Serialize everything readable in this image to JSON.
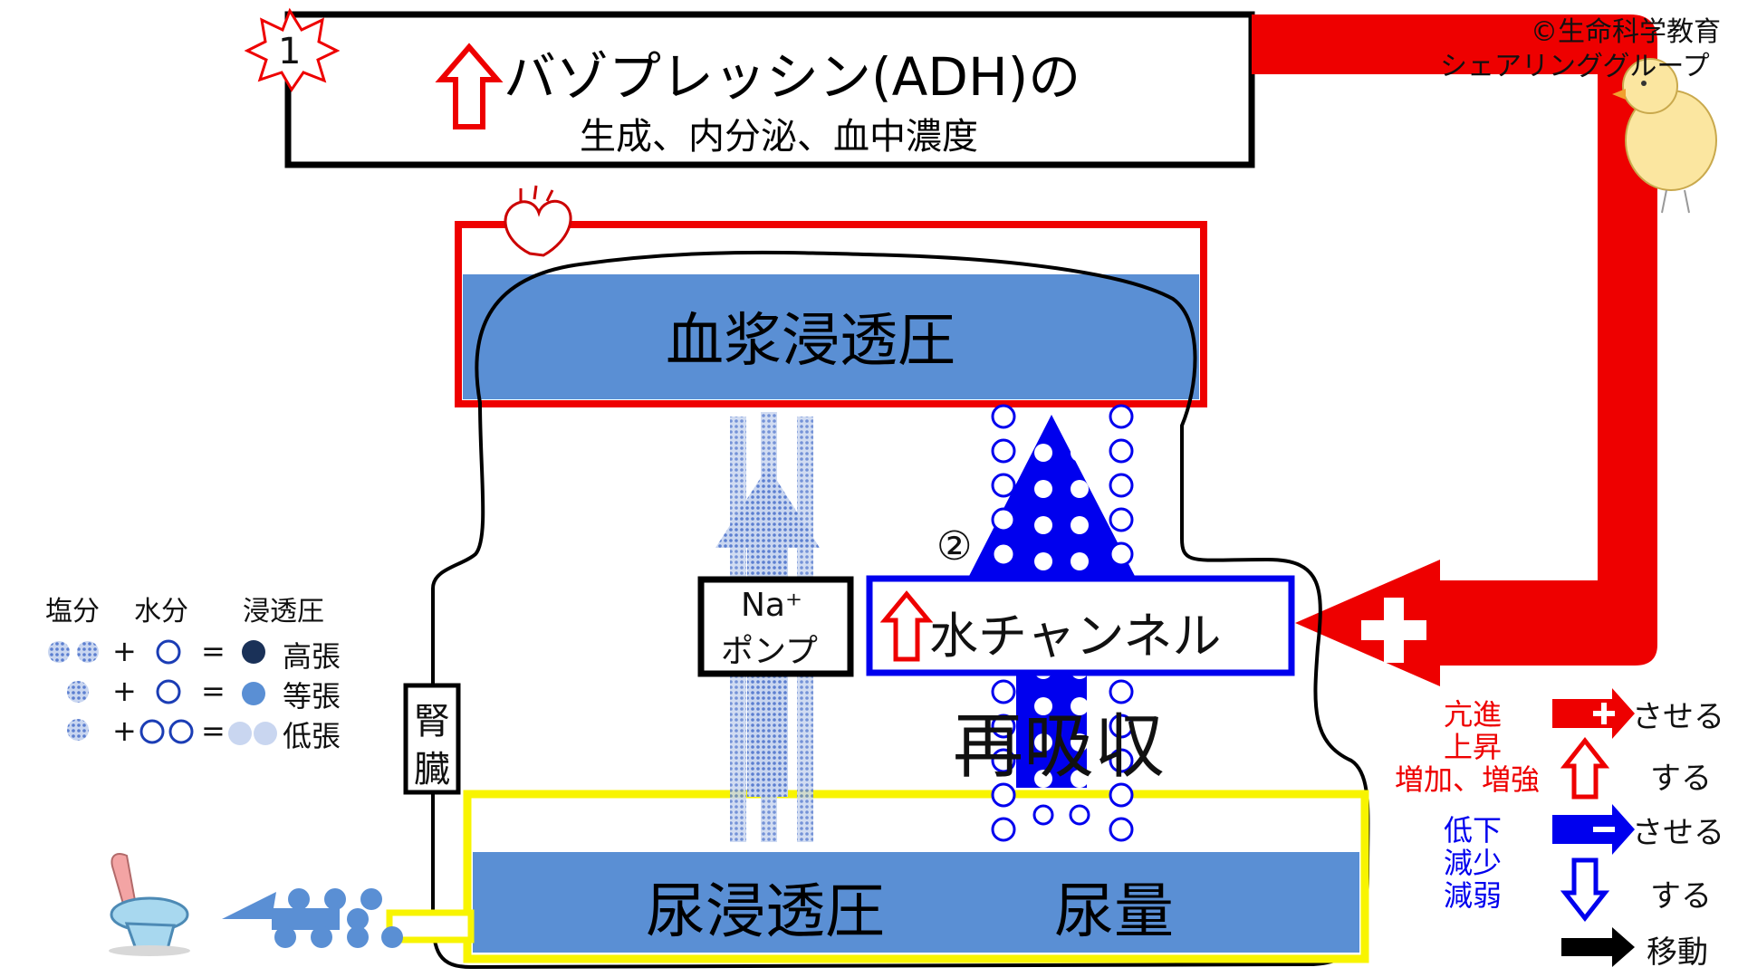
{
  "title": {
    "step": "1",
    "line1": "バゾプレッシン(ADH)の",
    "line2": "生成、内分泌、血中濃度"
  },
  "copyright": {
    "line1": "©生命科学教育",
    "line2": "シェアリンググループ"
  },
  "blood_box_label": "血浆浸透圧",
  "urine_box": {
    "osmotic": "尿浸透圧",
    "volume": "尿量"
  },
  "reabsorption_label": "再吸収",
  "step2_marker": "②",
  "na_pump": {
    "line1": "Na⁺",
    "line2": "ポンプ"
  },
  "water_channel_label": "水チャンネル",
  "kidney_label": {
    "line1": "腎",
    "line2": "臓"
  },
  "osmotic_legend": {
    "header_salt": "塩分",
    "header_water": "水分",
    "header_osmotic": "浸透圧",
    "plus": "+",
    "equals": "=",
    "rows": [
      {
        "label": "高張"
      },
      {
        "label": "等張"
      },
      {
        "label": "低張"
      }
    ]
  },
  "arrow_legend": {
    "red_words": [
      "亢進",
      "上昇",
      "増加、増強"
    ],
    "blue_words": [
      "低下",
      "減少",
      "減弱"
    ],
    "promote": "させる",
    "do": "する",
    "move": "移動"
  },
  "colors": {
    "red": "#ee0000",
    "blue": "#0000ee",
    "plasma_blue": "#5a8fd4",
    "yellow": "#f8f400",
    "dotted_blue": "#6f8fd6",
    "dark_navy": "#1a3158"
  },
  "icons": [
    "star-burst-icon",
    "heart-icon",
    "toilet-icon",
    "chick-icon"
  ]
}
